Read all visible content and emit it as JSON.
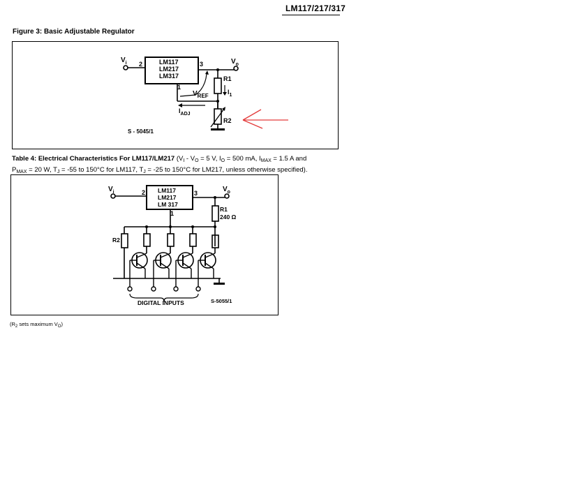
{
  "header": {
    "part_numbers": "LM117/217/317"
  },
  "figure3": {
    "title": "Figure 3: Basic Adjustable Regulator",
    "ic_lines": [
      "LM117",
      "LM217",
      "LM317"
    ],
    "pin_in": "2",
    "pin_out": "3",
    "pin_adj": "1",
    "vi": "V",
    "vi_sub": "i",
    "vo": "V",
    "vo_sub": "o",
    "r1": "R1",
    "r2": "R2",
    "vref": "V",
    "vref_sub": "REF",
    "i1": "I",
    "i1_sub": "1",
    "iadj": "I",
    "iadj_sub": "ADJ",
    "code": "S - 5045/1",
    "annotation_color": "#e33b3b"
  },
  "table4": {
    "caption_bold": "Table 4: Electrical Characteristics For LM117/LM217",
    "c1": " (V",
    "c1s": "I",
    "c2": " - V",
    "c2s": "O",
    "c3": " = 5 V, I",
    "c3s": "O",
    "c4": " = 500 mA, I",
    "c4s": "MAX",
    "c5": " = 1.5 A and",
    "c6": "P",
    "c6s": "MAX",
    "c7": " = 20 W, T",
    "c7s": "J",
    "c8": " = -55 to 150°C for LM117, T",
    "c8s": "J",
    "c9": " = -25 to 150°C for LM217, unless otherwise specified)."
  },
  "figure4": {
    "ic_lines": [
      "LM117",
      "LM217",
      "LM 317"
    ],
    "pin_in": "2",
    "pin_out": "3",
    "pin_adj": "1",
    "vi": "V",
    "vi_sub": "i",
    "vo": "V",
    "vo_sub": "o",
    "r1": "R1",
    "r1_value": "240 Ω",
    "r2": "R2",
    "inputs_label": "DIGITAL INPUTS",
    "code": "S-5055/1"
  },
  "note": {
    "text_a": "(R",
    "sub": "2",
    "text_b": " sets maximum V",
    "sub2": "O",
    "text_c": ")"
  }
}
